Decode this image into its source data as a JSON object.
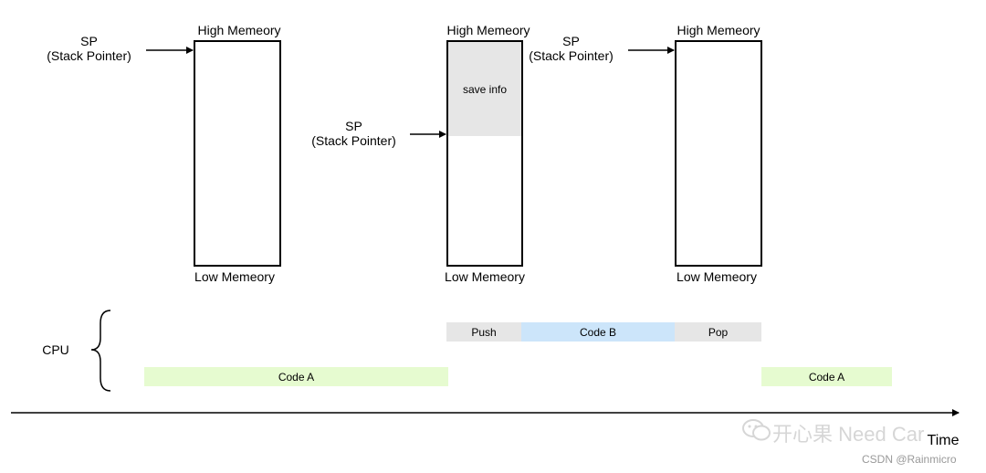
{
  "stacks": [
    {
      "high_label": "High Memeory",
      "low_label": "Low Memeory",
      "sp": {
        "line1": "SP",
        "line2": "(Stack Pointer)"
      }
    },
    {
      "high_label": "High Memeory",
      "low_label": "Low Memeory",
      "saved_region_label": "save info",
      "sp": {
        "line1": "SP",
        "line2": "(Stack Pointer)"
      }
    },
    {
      "high_label": "High Memeory",
      "low_label": "Low Memeory",
      "sp": {
        "line1": "SP",
        "line2": "(Stack Pointer)"
      }
    }
  ],
  "cpu": {
    "label": "CPU",
    "bars": [
      {
        "label": "Code A",
        "color": "#e6fbd0"
      },
      {
        "label": "Push",
        "color": "#e6e6e6"
      },
      {
        "label": "Code B",
        "color": "#cce5fa"
      },
      {
        "label": "Pop",
        "color": "#e6e6e6"
      },
      {
        "label": "Code A",
        "color": "#e6fbd0"
      }
    ]
  },
  "timeline": {
    "label": "Time"
  },
  "watermark": {
    "text": "开心果 Need Car",
    "credit": "CSDN @Rainmicro"
  }
}
